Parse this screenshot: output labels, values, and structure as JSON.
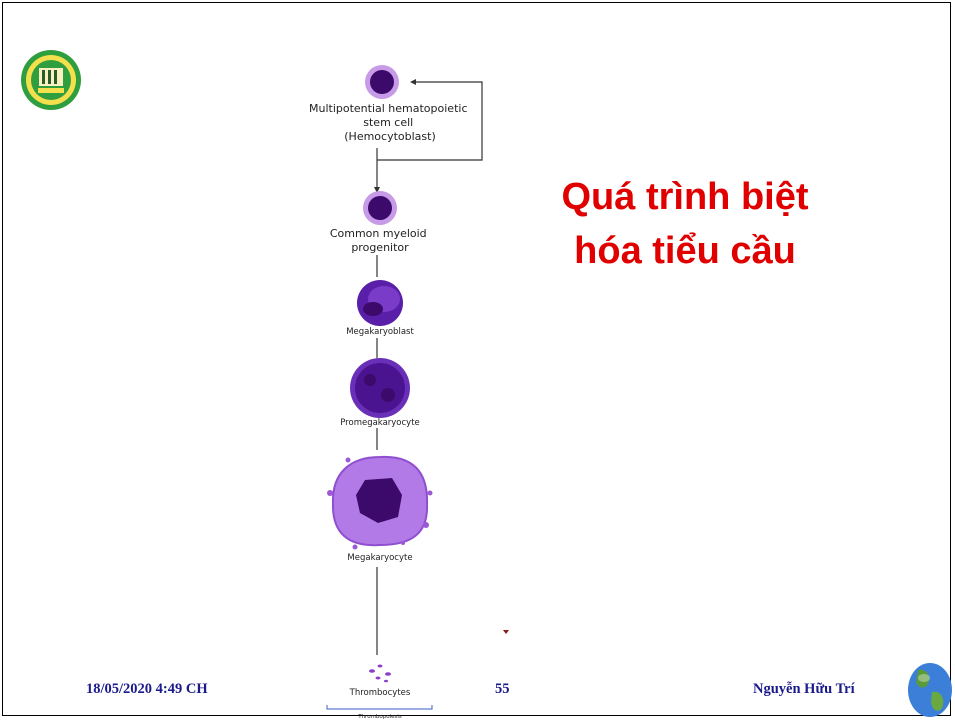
{
  "slide": {
    "title_line1": "Quá trình biệt",
    "title_line2": "hóa tiểu cầu",
    "title_color": "#e00000"
  },
  "diagram": {
    "stages": [
      {
        "label_lines": [
          "Multipotential hematopoietic",
          "stem cell",
          "(Hemocytoblast)"
        ]
      },
      {
        "label_lines": [
          "Common myeloid",
          "progenitor"
        ]
      },
      {
        "label_lines": [
          "Megakaryoblast"
        ]
      },
      {
        "label_lines": [
          "Promegakaryocyte"
        ]
      },
      {
        "label_lines": [
          "Megakaryocyte"
        ]
      },
      {
        "label_lines": [
          "Thrombocytes"
        ]
      }
    ],
    "bracket_label": "Thrombopoiesis",
    "cell_colors": {
      "nucleus": "#3b0a6b",
      "cytoplasm": "#9b59d6",
      "ring": "#c79be8"
    }
  },
  "footer": {
    "date": "18/05/2020 4:49 CH",
    "page_number": "55",
    "author": "Nguyễn Hữu Trí",
    "text_color": "#1a1a8c"
  },
  "icons": {
    "logo": "university-seal-icon",
    "globe": "globe-icon"
  }
}
